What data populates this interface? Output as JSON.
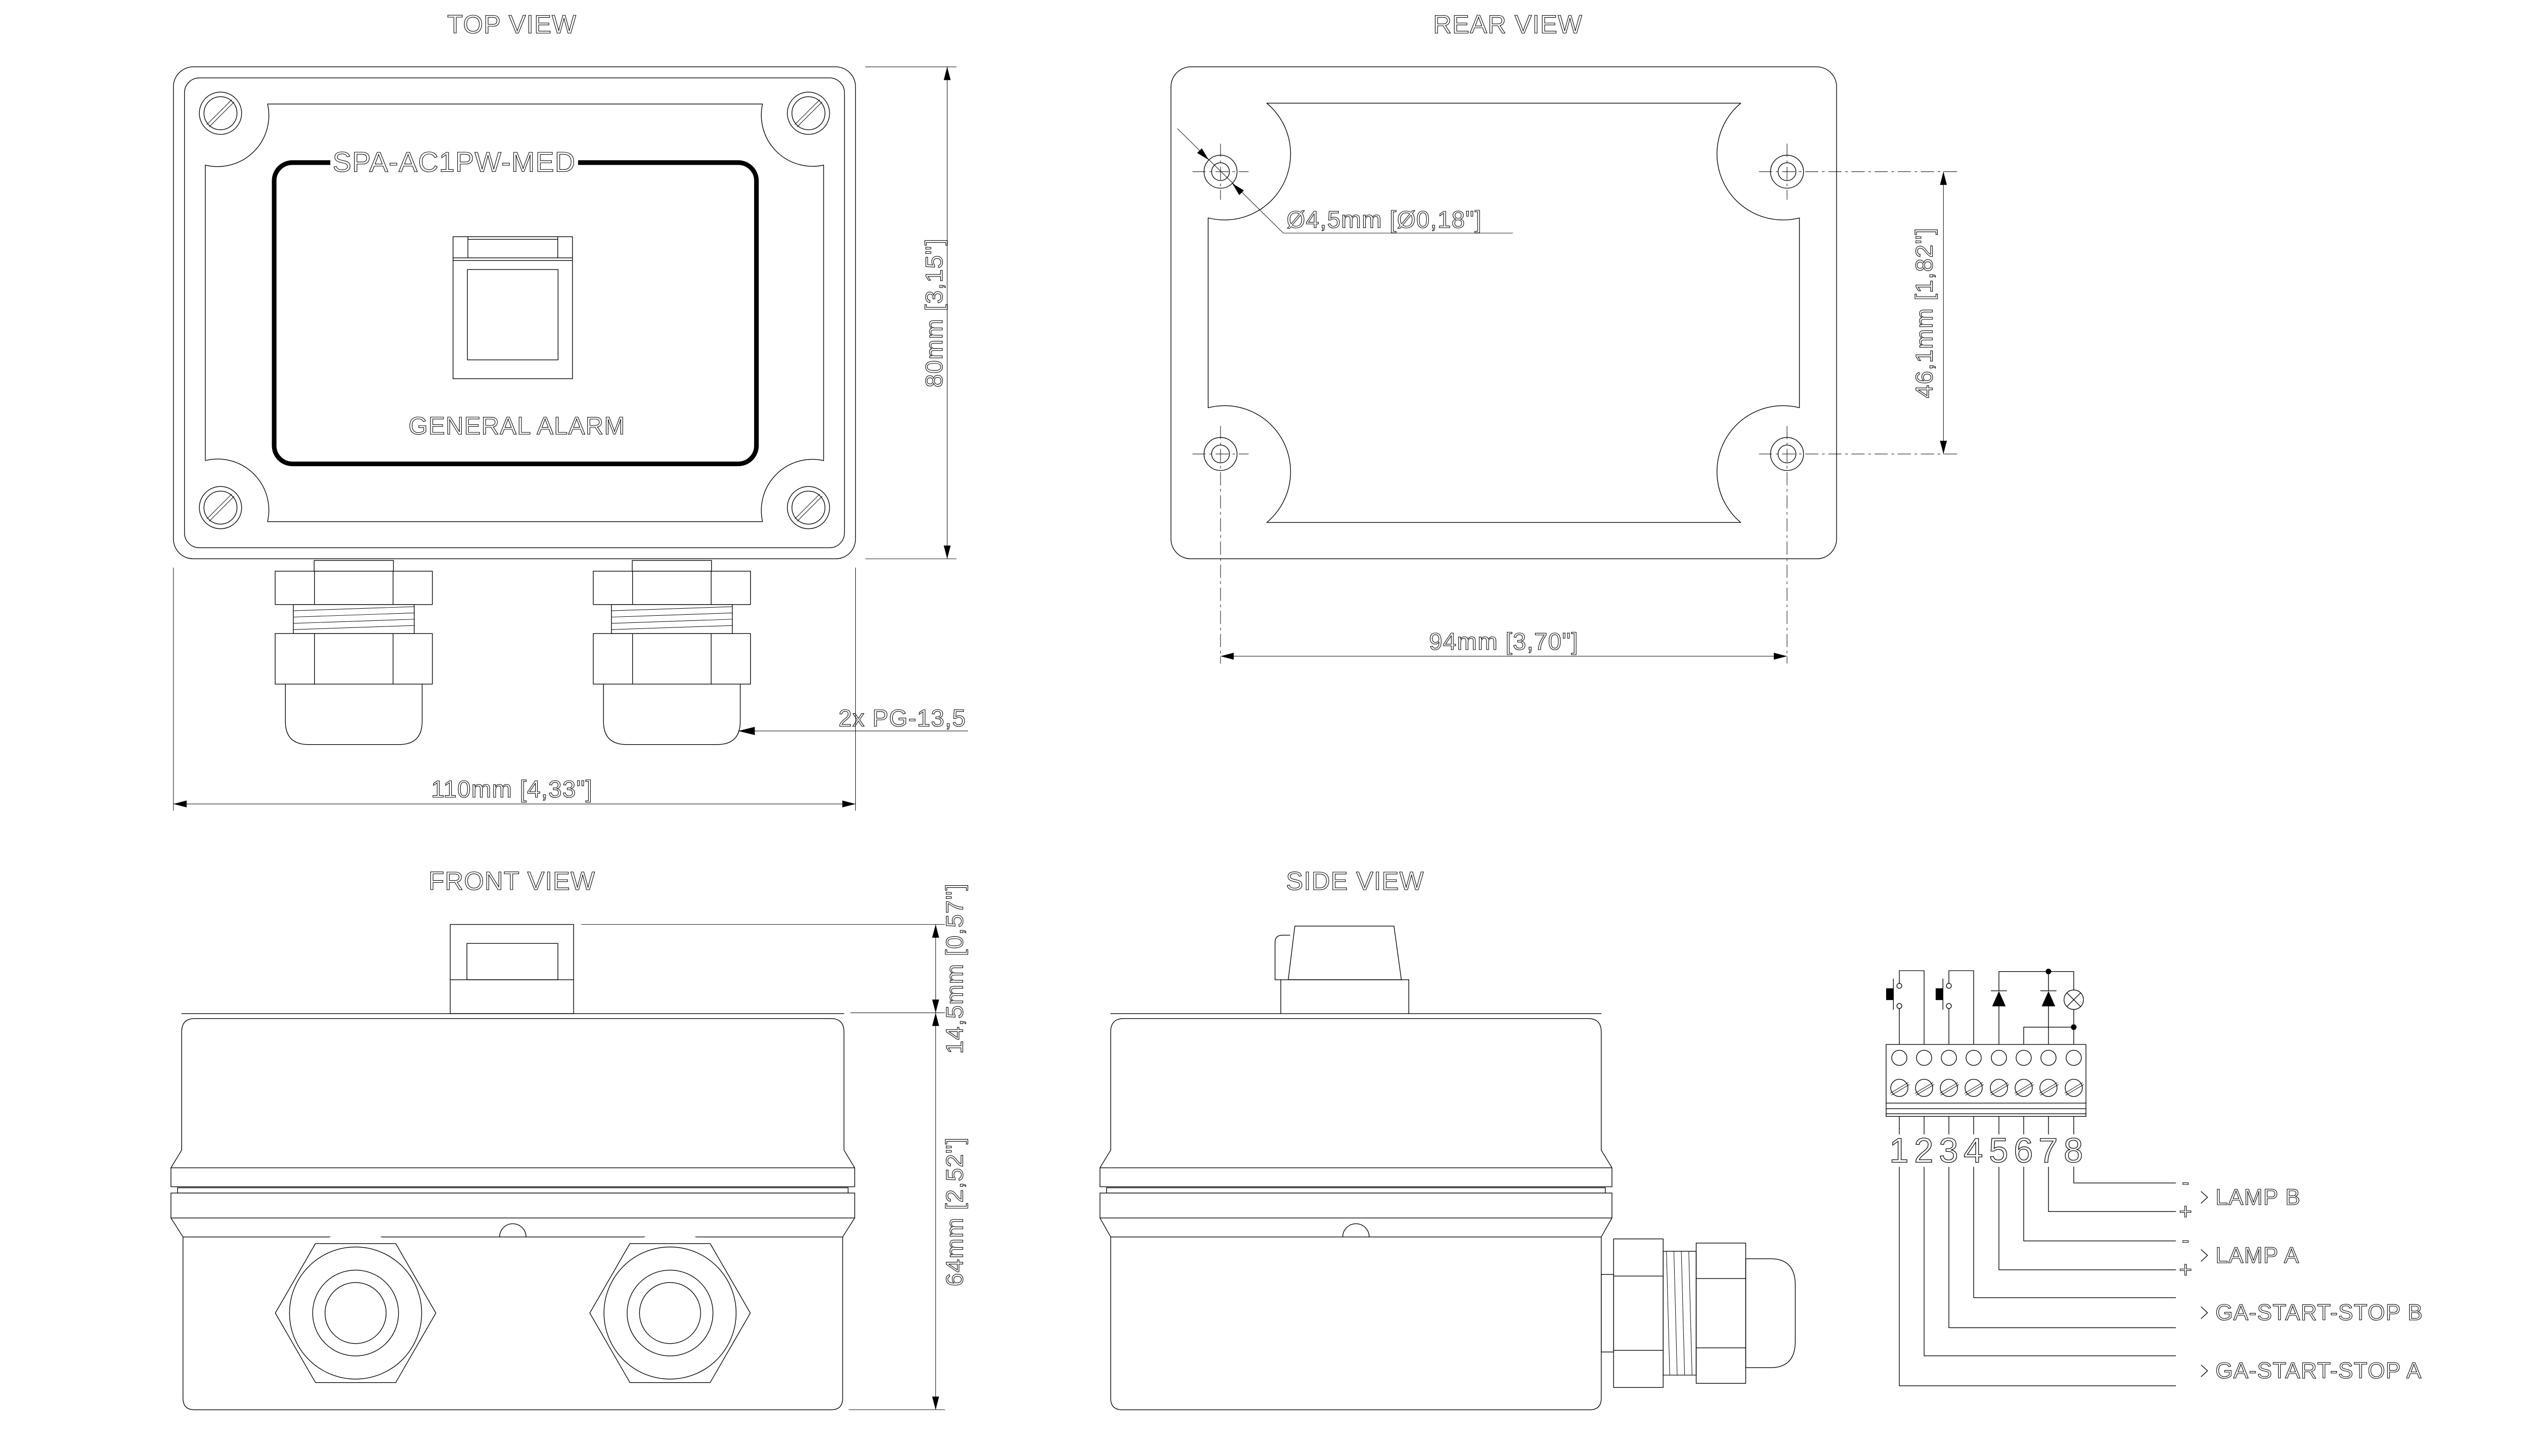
{
  "page": {
    "background": "#ffffff",
    "line_color": "#000000"
  },
  "views": {
    "top": {
      "title": "TOP VIEW",
      "model_label": "SPA-AC1PW-MED",
      "panel_label": "GENERAL ALARM",
      "dim_height": "80mm [3,15\"]",
      "dim_width": "110mm [4,33\"]",
      "gland_callout": "2x PG-13,5"
    },
    "rear": {
      "title": "REAR VIEW",
      "hole_callout": "Ø4,5mm [Ø0,18\"]",
      "dim_hole_spacing_vertical": "46,1mm [1,82\"]",
      "dim_hole_spacing_horizontal": "94mm [3,70\"]"
    },
    "front": {
      "title": "FRONT VIEW",
      "dim_button_height": "14,5mm [0,57\"]",
      "dim_body_height": "64mm [2,52\"]"
    },
    "side": {
      "title": "SIDE VIEW"
    }
  },
  "wiring": {
    "terminals": [
      "1",
      "2",
      "3",
      "4",
      "5",
      "6",
      "7",
      "8"
    ],
    "outputs": [
      {
        "sign_top": "-",
        "sign_bottom": "+",
        "label": "LAMP B"
      },
      {
        "sign_top": "-",
        "sign_bottom": "+",
        "label": "LAMP A"
      },
      {
        "sign_top": "",
        "sign_bottom": "",
        "label": "GA-START-STOP B"
      },
      {
        "sign_top": "",
        "sign_bottom": "",
        "label": "GA-START-STOP A"
      }
    ]
  }
}
